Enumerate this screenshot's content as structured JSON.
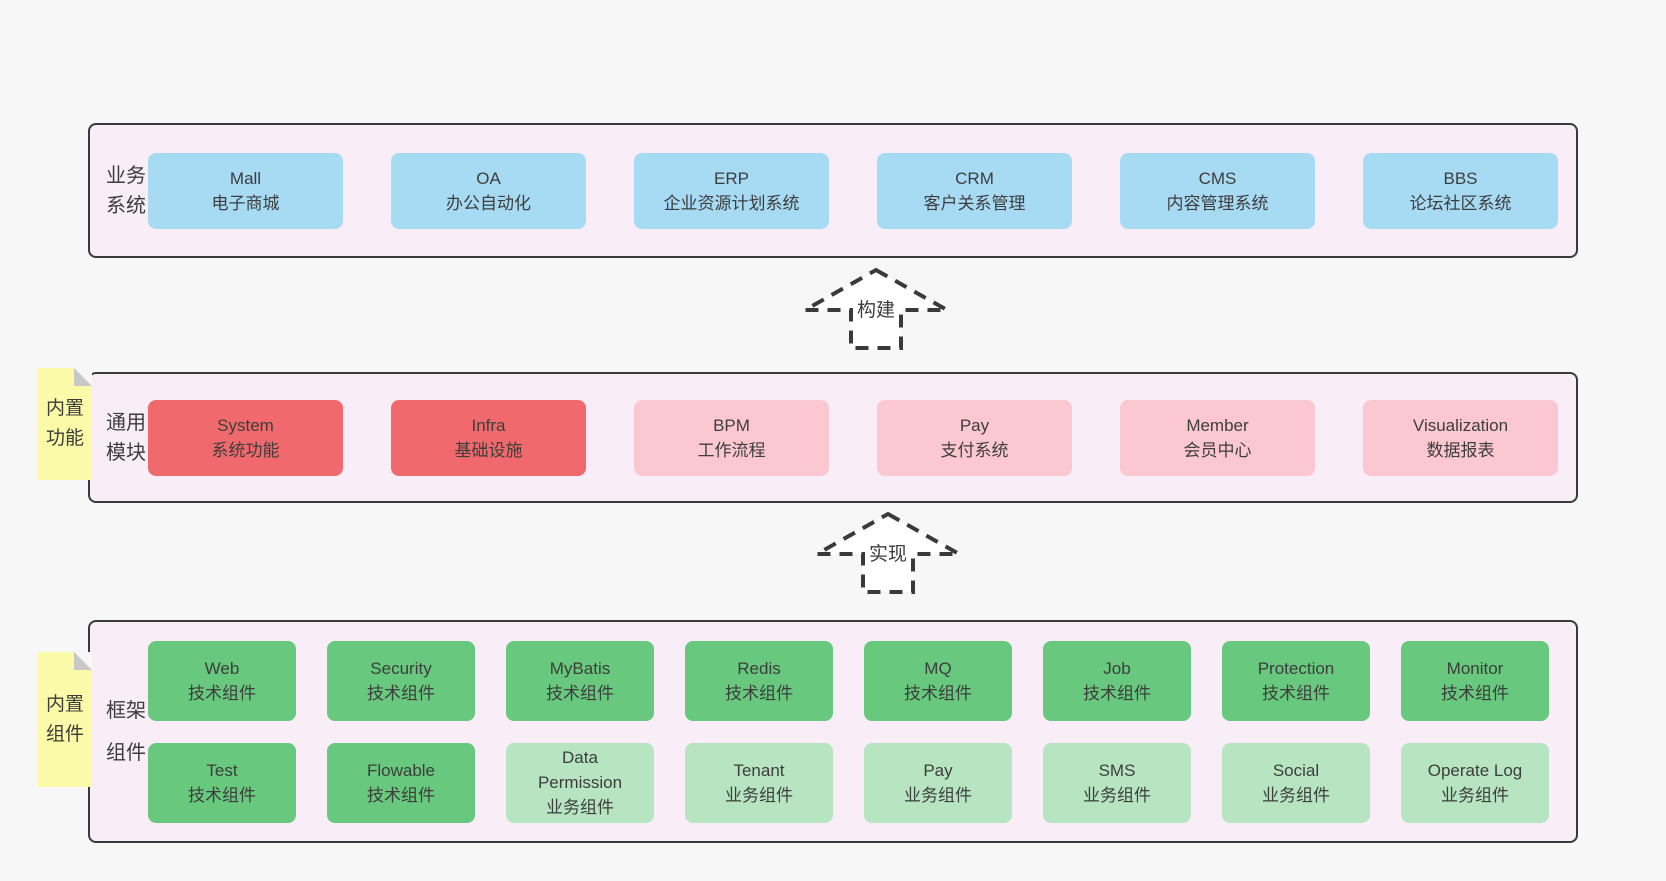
{
  "colors": {
    "page_bg": "#f7f7f7",
    "panel_bg": "#f9eef7",
    "panel_border": "#3a3a3a",
    "blue_box": "#a7daf3",
    "red_box": "#f0696d",
    "pink_box": "#fbc8d2",
    "green_box": "#67c87e",
    "light_green_box": "#b7e5c2",
    "sticky_note": "#fafaa8",
    "text": "#3d3d3d"
  },
  "business": {
    "label": "业务系统",
    "boxes": [
      {
        "title": "Mall",
        "subtitle": "电子商城"
      },
      {
        "title": "OA",
        "subtitle": "办公自动化"
      },
      {
        "title": "ERP",
        "subtitle": "企业资源计划系统"
      },
      {
        "title": "CRM",
        "subtitle": "客户关系管理"
      },
      {
        "title": "CMS",
        "subtitle": "内容管理系统"
      },
      {
        "title": "BBS",
        "subtitle": "论坛社区系统"
      }
    ]
  },
  "arrow_build": {
    "label": "构建"
  },
  "modules": {
    "note": "内置功能",
    "label": "通用模块",
    "boxes": [
      {
        "title": "System",
        "subtitle": "系统功能"
      },
      {
        "title": "Infra",
        "subtitle": "基础设施"
      },
      {
        "title": "BPM",
        "subtitle": "工作流程"
      },
      {
        "title": "Pay",
        "subtitle": "支付系统"
      },
      {
        "title": "Member",
        "subtitle": "会员中心"
      },
      {
        "title": "Visualization",
        "subtitle": "数据报表"
      }
    ]
  },
  "arrow_implement": {
    "label": "实现"
  },
  "components": {
    "note": "内置组件",
    "label": "框架组件",
    "row1": [
      {
        "title": "Web",
        "subtitle": "技术组件"
      },
      {
        "title": "Security",
        "subtitle": "技术组件"
      },
      {
        "title": "MyBatis",
        "subtitle": "技术组件"
      },
      {
        "title": "Redis",
        "subtitle": "技术组件"
      },
      {
        "title": "MQ",
        "subtitle": "技术组件"
      },
      {
        "title": "Job",
        "subtitle": "技术组件"
      },
      {
        "title": "Protection",
        "subtitle": "技术组件"
      },
      {
        "title": "Monitor",
        "subtitle": "技术组件"
      }
    ],
    "row2": [
      {
        "title": "Test",
        "subtitle": "技术组件"
      },
      {
        "title": "Flowable",
        "subtitle": "技术组件"
      },
      {
        "title": "Data Permission",
        "subtitle": "业务组件"
      },
      {
        "title": "Tenant",
        "subtitle": "业务组件"
      },
      {
        "title": "Pay",
        "subtitle": "业务组件"
      },
      {
        "title": "SMS",
        "subtitle": "业务组件"
      },
      {
        "title": "Social",
        "subtitle": "业务组件"
      },
      {
        "title": "Operate Log",
        "subtitle": "业务组件"
      }
    ]
  }
}
